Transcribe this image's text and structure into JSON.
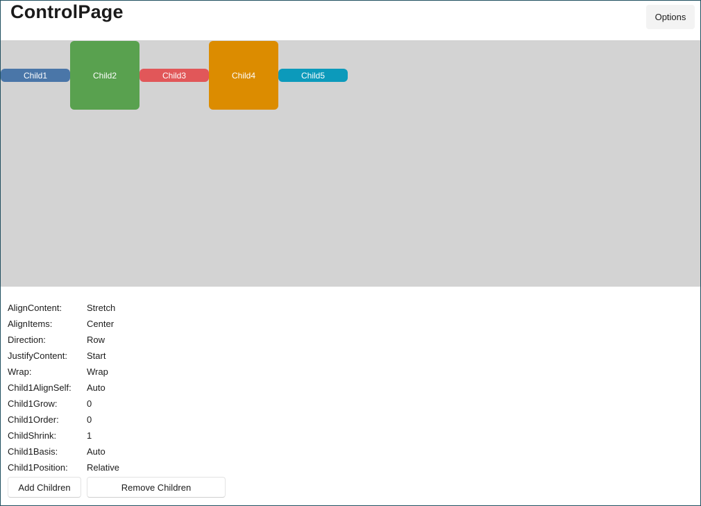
{
  "header": {
    "title": "ControlPage",
    "options_label": "Options"
  },
  "flex_children": [
    {
      "label": "Child1",
      "color": "#4a76a8"
    },
    {
      "label": "Child2",
      "color": "#59a14f"
    },
    {
      "label": "Child3",
      "color": "#e15759"
    },
    {
      "label": "Child4",
      "color": "#dc8c00"
    },
    {
      "label": "Child5",
      "color": "#0c9abb"
    }
  ],
  "colors": {
    "flex_area_background": "#d3d3d3",
    "window_border": "#1f4e5f"
  },
  "properties": [
    {
      "name": "AlignContent:",
      "value": "Stretch"
    },
    {
      "name": "AlignItems:",
      "value": "Center"
    },
    {
      "name": "Direction:",
      "value": "Row"
    },
    {
      "name": "JustifyContent:",
      "value": "Start"
    },
    {
      "name": "Wrap:",
      "value": "Wrap"
    },
    {
      "name": "Child1AlignSelf:",
      "value": "Auto"
    },
    {
      "name": "Child1Grow:",
      "value": "0"
    },
    {
      "name": "Child1Order:",
      "value": "0"
    },
    {
      "name": "ChildShrink:",
      "value": "1"
    },
    {
      "name": "Child1Basis:",
      "value": "Auto"
    },
    {
      "name": "Child1Position:",
      "value": "Relative"
    }
  ],
  "actions": {
    "add_label": "Add Children",
    "remove_label": "Remove Children"
  }
}
